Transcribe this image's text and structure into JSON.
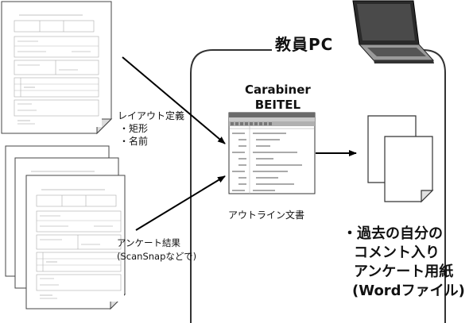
{
  "pc_section": {
    "title": "教員PC"
  },
  "app": {
    "name_line1": "Carabiner",
    "name_line2": "BEITEL"
  },
  "layout_definition": {
    "heading": "レイアウト定義",
    "items": [
      "・矩形",
      "・名前"
    ]
  },
  "survey_results": {
    "line1": "アンケート結果",
    "line2": "(ScanSnapなどで)"
  },
  "outline_document": {
    "label": "アウトライン文書"
  },
  "output_document": {
    "lines": [
      "・過去の自分の",
      "コメント入り",
      "アンケート用紙",
      "(Wordファイル)"
    ]
  },
  "form_template": {
    "title": "○○○○○○○○  ○○○○○○"
  }
}
